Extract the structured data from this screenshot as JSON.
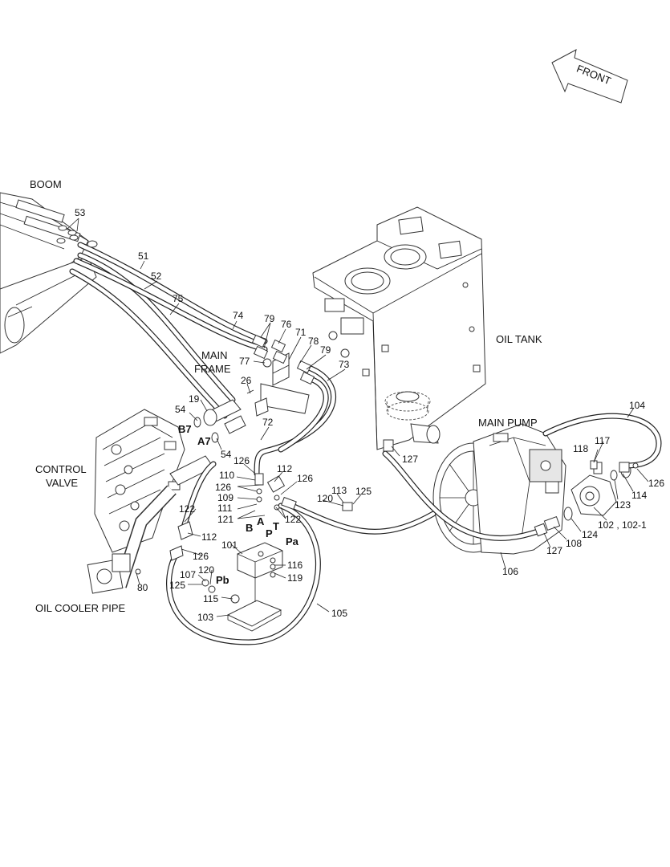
{
  "direction_label": "FRONT",
  "captions": {
    "boom": "BOOM",
    "main_frame_1": "MAIN",
    "main_frame_2": "FRAME",
    "oil_tank": "OIL TANK",
    "main_pump": "MAIN PUMP",
    "control_valve_1": "CONTROL",
    "control_valve_2": "VALVE",
    "oil_cooler_pipe": "OIL COOLER PIPE"
  },
  "port_labels": [
    "B7",
    "A7",
    "B",
    "A",
    "P",
    "T",
    "Pa",
    "Pb"
  ],
  "part_numbers": [
    "53",
    "51",
    "52",
    "75",
    "74",
    "79",
    "76",
    "71",
    "78",
    "79",
    "73",
    "77",
    "26",
    "19",
    "54",
    "54",
    "72",
    "126",
    "110",
    "126",
    "109",
    "111",
    "121",
    "112",
    "126",
    "122",
    "120",
    "113",
    "125",
    "122",
    "112",
    "126",
    "101",
    "116",
    "119",
    "107",
    "120",
    "125",
    "115",
    "103",
    "105",
    "80",
    "127",
    "104",
    "118",
    "117",
    "126",
    "123",
    "114",
    "124",
    "102 , 102-1",
    "127",
    "108",
    "106"
  ]
}
